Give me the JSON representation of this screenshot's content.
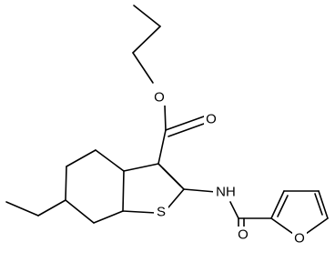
{
  "molecule": {
    "atoms": {
      "ester_O_single": "O",
      "ester_O_double": "O",
      "thiophene_S": "S",
      "amide_N": "NH",
      "amide_O": "O",
      "furan_O": "O"
    }
  },
  "colors": {
    "bond": "#000000",
    "label": "#000000",
    "background": "#ffffff"
  }
}
